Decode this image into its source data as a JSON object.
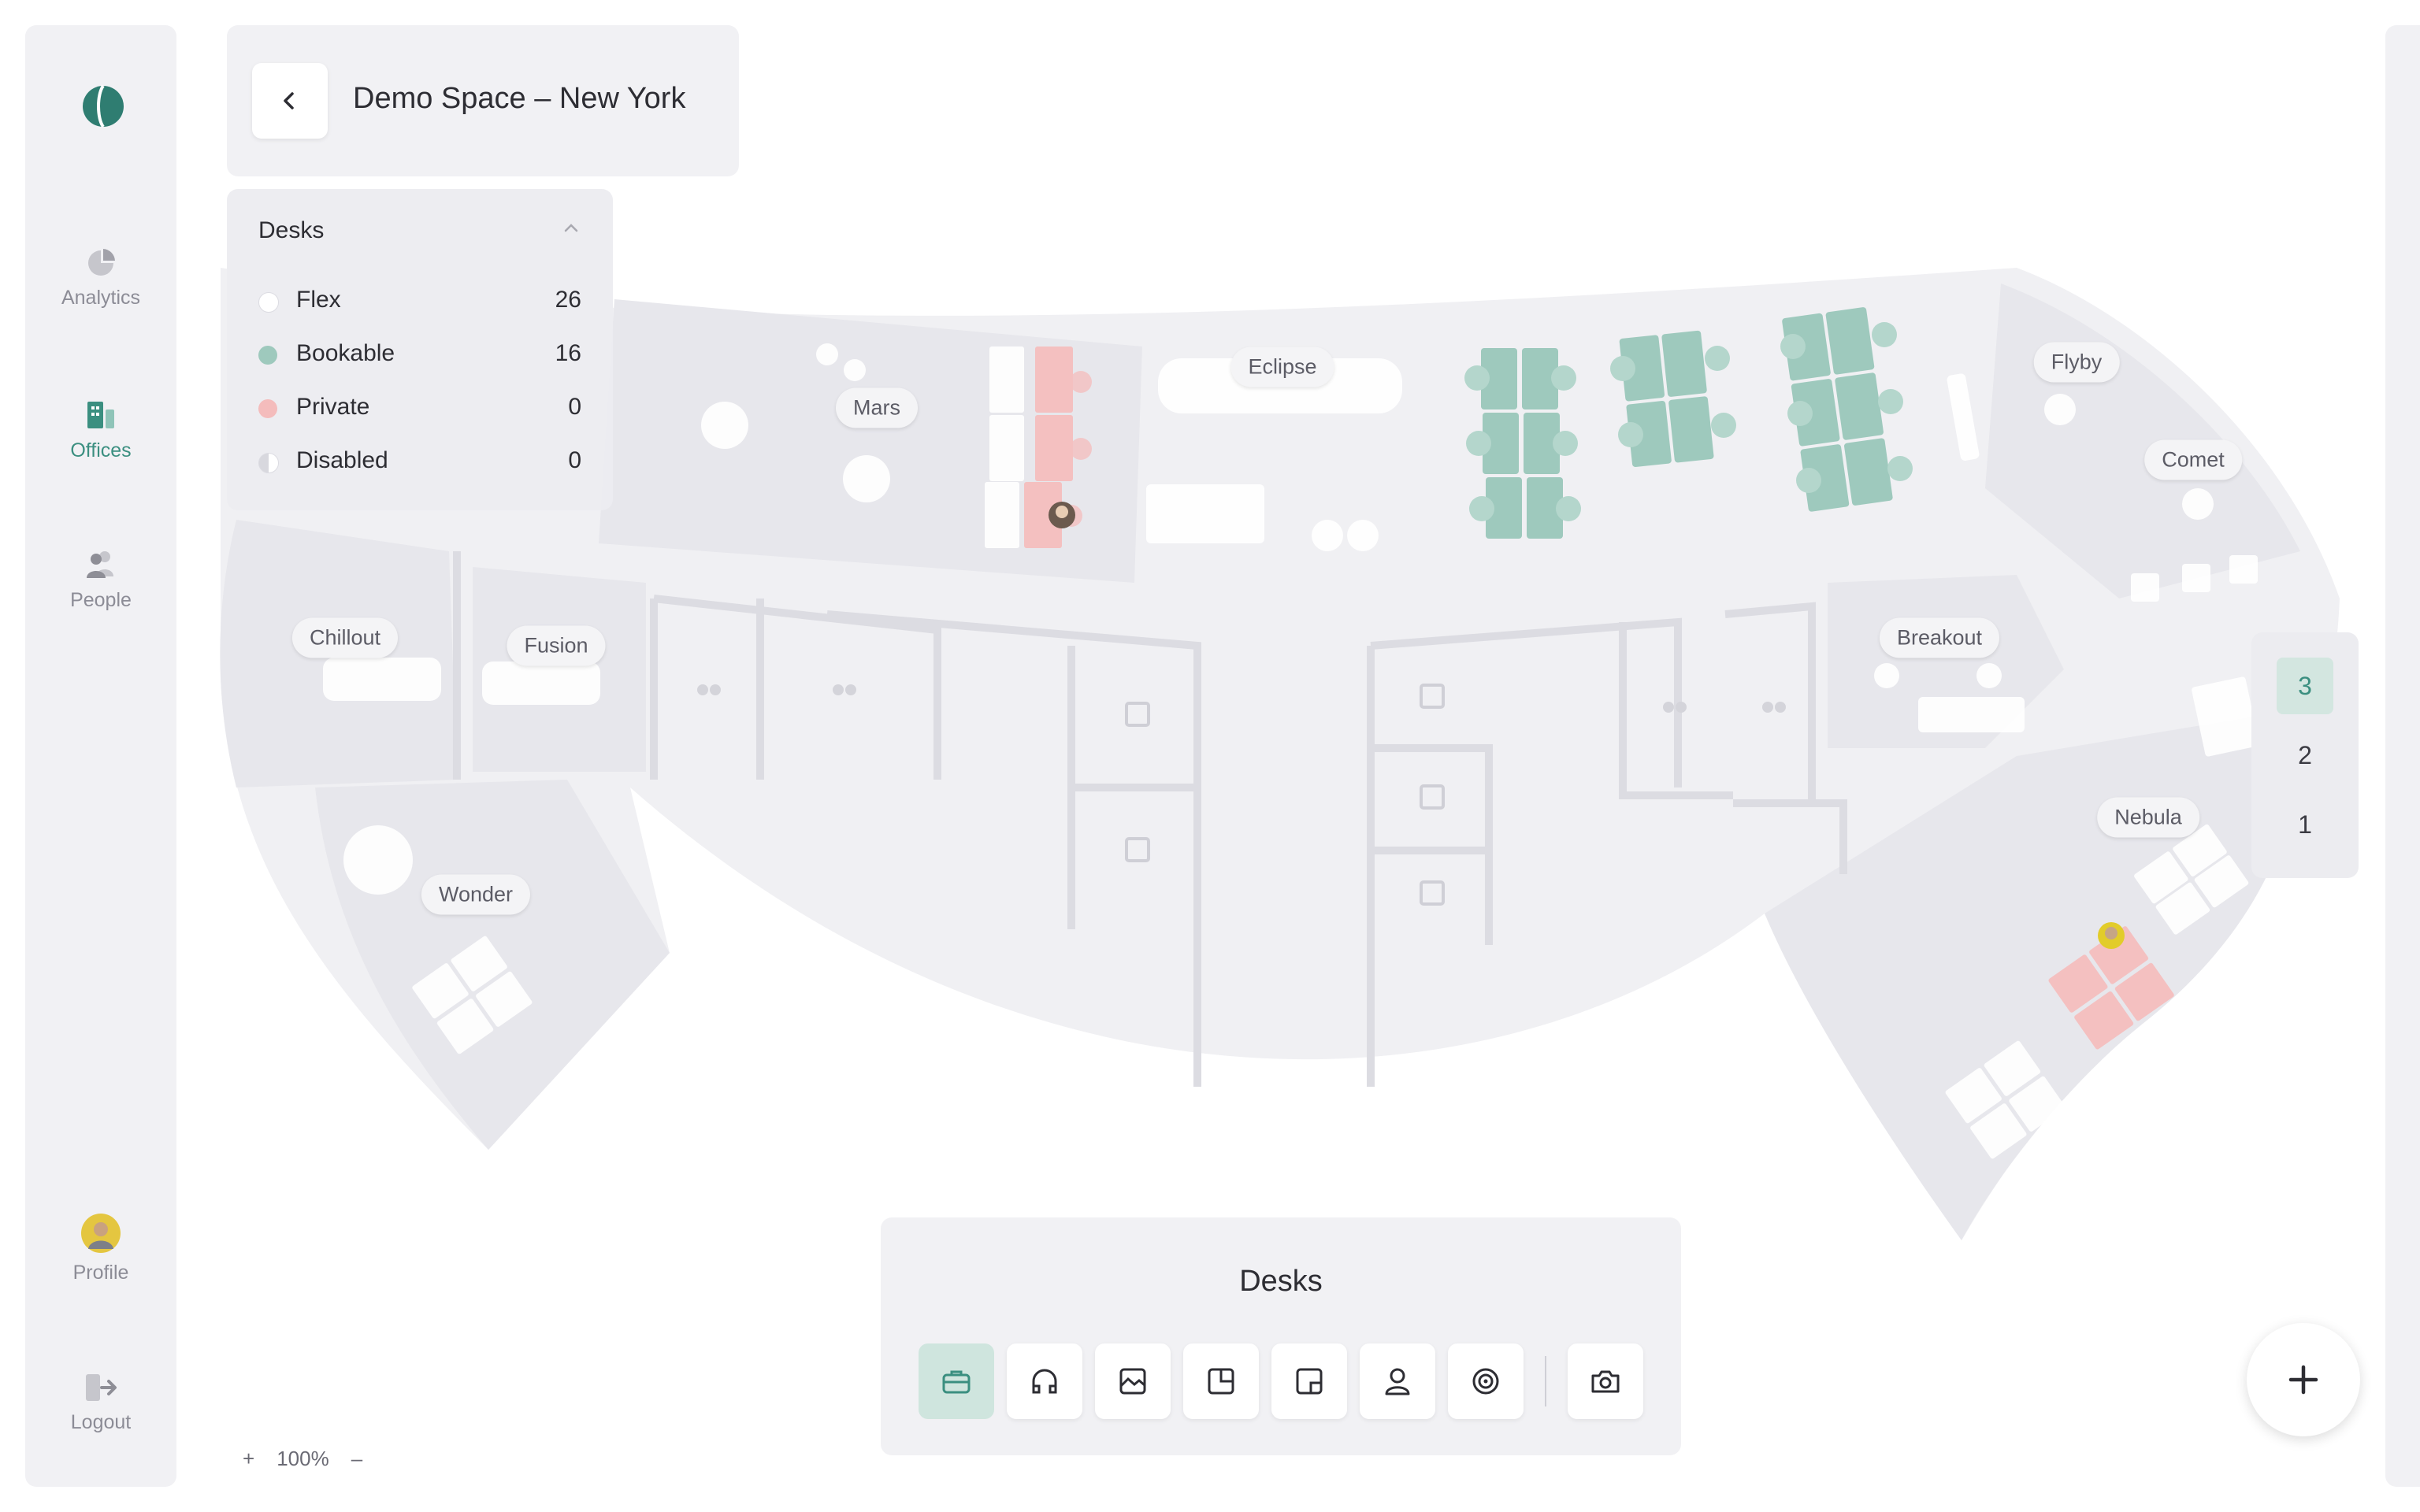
{
  "sidebar": {
    "items": [
      {
        "label": "Analytics",
        "icon": "pie-chart-icon",
        "active": false
      },
      {
        "label": "Offices",
        "icon": "building-icon",
        "active": true
      },
      {
        "label": "People",
        "icon": "people-icon",
        "active": false
      }
    ],
    "profile_label": "Profile",
    "logout_label": "Logout"
  },
  "header": {
    "title": "Demo Space – New York",
    "back_icon": "chevron-left-icon"
  },
  "legend": {
    "title": "Desks",
    "rows": [
      {
        "label": "Flex",
        "count": "26",
        "color": "#ffffff"
      },
      {
        "label": "Bookable",
        "count": "16",
        "color": "#9ec9bd"
      },
      {
        "label": "Private",
        "count": "0",
        "color": "#f4bcbc"
      },
      {
        "label": "Disabled",
        "count": "0",
        "color": "#e4e4ea"
      }
    ]
  },
  "rooms": [
    "Mars",
    "Eclipse",
    "Flyby",
    "Comet",
    "Chillout",
    "Fusion",
    "Breakout",
    "Nebula",
    "Wonder"
  ],
  "floors": {
    "options": [
      "3",
      "2",
      "1"
    ],
    "selected": "3"
  },
  "toolbar": {
    "title": "Desks",
    "tools": [
      "briefcase-icon",
      "headset-icon",
      "image-icon",
      "quarter-square-icon",
      "square-icon",
      "person-icon",
      "target-icon",
      "camera-icon"
    ],
    "selected_tool": "briefcase-icon"
  },
  "zoom": {
    "plus": "+",
    "level": "100%",
    "minus": "–"
  },
  "colors": {
    "accent": "#3b8f80",
    "bookable": "#9ec9bd",
    "private": "#f4bcbc",
    "panel": "#f1f1f4"
  }
}
